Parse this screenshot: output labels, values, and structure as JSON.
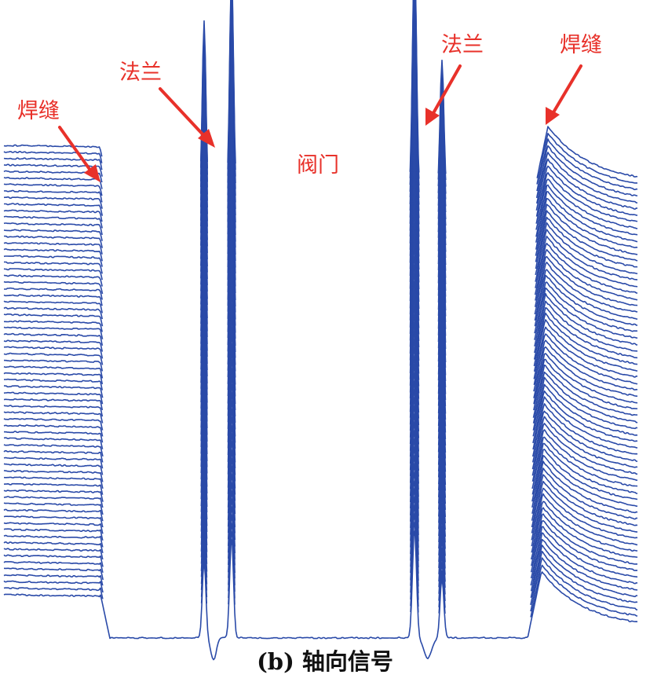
{
  "chart_data": {
    "type": "waterfall",
    "description_text": "",
    "series_count": 70,
    "colors": {
      "trace": "#2a4aa8",
      "annotation": "#e8312a",
      "background": "#ffffff"
    },
    "annotations": [
      {
        "id": "weld-left",
        "text": "焊缝"
      },
      {
        "id": "flange-left",
        "text": "法兰"
      },
      {
        "id": "valve",
        "text": "阀门"
      },
      {
        "id": "flange-right",
        "text": "法兰"
      },
      {
        "id": "weld-right",
        "text": "焊缝"
      }
    ],
    "caption": "(b) 轴向信号"
  }
}
